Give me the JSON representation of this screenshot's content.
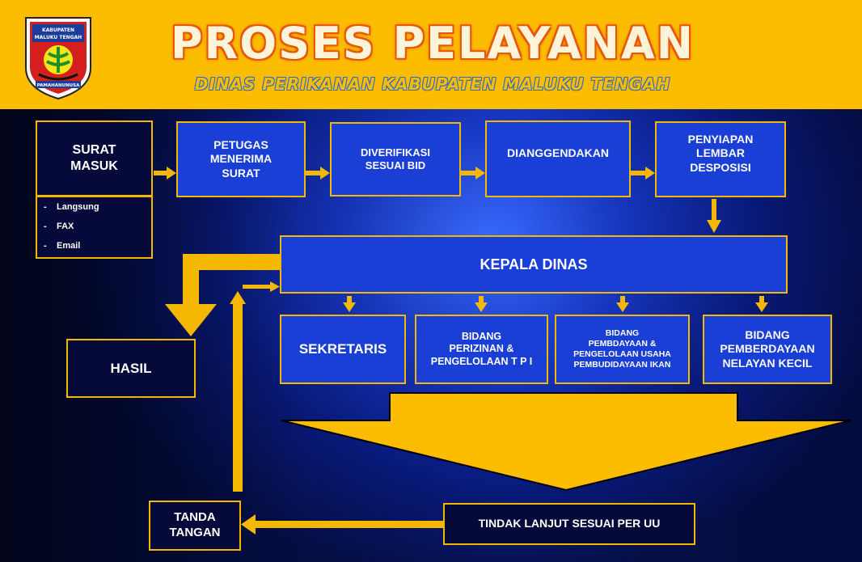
{
  "header": {
    "title": "PROSES PELAYANAN",
    "subtitle": "DINAS PERIKANAN KABUPATEN MALUKU TENGAH",
    "logo": {
      "top_text": "KABUPATEN",
      "middle_text": "MALUKU TENGAH",
      "bottom_text": "PAMAHANUNUSA"
    }
  },
  "boxes": {
    "surat_masuk": "SURAT\nMASUK",
    "petugas": "PETUGAS\nMENERIMA\nSURAT",
    "diverifikasi": "DIVERIFIKASI\nSESUAI BID",
    "diagendakan": "DIANGGENDAKAN",
    "penyiapan": "PENYIAPAN\nLEMBAR\nDESPOSISI",
    "kepala_dinas": "KEPALA  DINAS",
    "sekretaris": "SEKRETARIS",
    "bidang_perizinan": "BIDANG\nPERIZINAN &\nPENGELOLAAN T P I",
    "bidang_pembudidayaan": "BIDANG\nPEMBDAYAAN &\nPENGELOLAAN USAHA\nPEMBUDIDAYAAN IKAN",
    "bidang_nelayan": "BIDANG\nPEMBERDAYAAN\nNELAYAN KECIL",
    "hasil": "HASIL",
    "tanda_tangan": "TANDA\nTANGAN",
    "tindak_lanjut": "TINDAK LANJUT  SESUAI  PER UU"
  },
  "surat_masuk_channels": [
    "Langsung",
    "FAX",
    "Email"
  ],
  "colors": {
    "header_bg": "#fcbd00",
    "arrow": "#f5b800",
    "box_border": "#f5b800",
    "box_dark": "#050a3a",
    "box_blue": "#1a3fd6",
    "title_outline": "#e8560c"
  }
}
